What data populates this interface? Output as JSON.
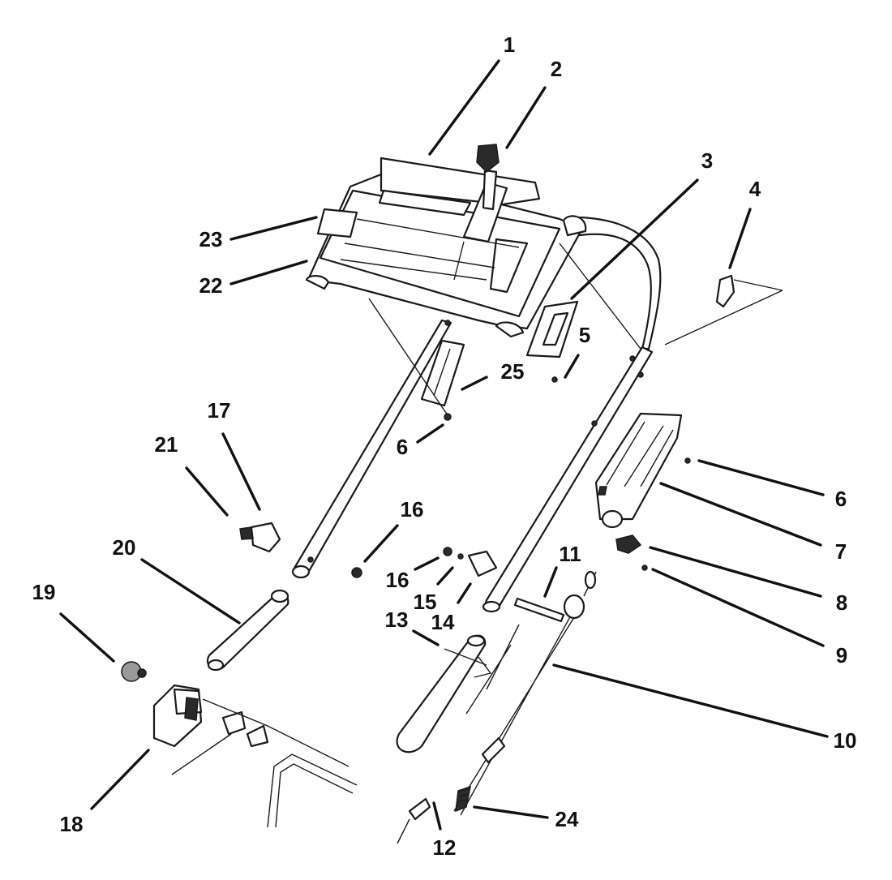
{
  "callouts": [
    {
      "n": "1"
    },
    {
      "n": "2"
    },
    {
      "n": "3"
    },
    {
      "n": "4"
    },
    {
      "n": "5"
    },
    {
      "n": "25"
    },
    {
      "n": "6"
    },
    {
      "n": "6"
    },
    {
      "n": "7"
    },
    {
      "n": "8"
    },
    {
      "n": "9"
    },
    {
      "n": "10"
    },
    {
      "n": "11"
    },
    {
      "n": "12"
    },
    {
      "n": "13"
    },
    {
      "n": "14"
    },
    {
      "n": "15"
    },
    {
      "n": "16"
    },
    {
      "n": "16"
    },
    {
      "n": "17"
    },
    {
      "n": "18"
    },
    {
      "n": "19"
    },
    {
      "n": "20"
    },
    {
      "n": "21"
    },
    {
      "n": "22"
    },
    {
      "n": "23"
    },
    {
      "n": "24"
    }
  ]
}
